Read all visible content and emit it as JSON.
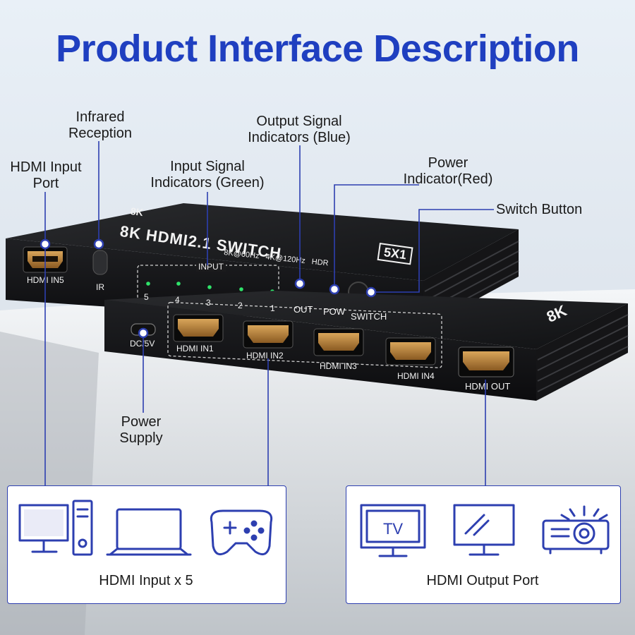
{
  "title": "Product Interface Description",
  "callouts": {
    "hdmi_input_port": "HDMI Input\nPort",
    "infrared_reception": "Infrared\nReception",
    "input_signal_indicators": "Input Signal\nIndicators (Green)",
    "output_signal_indicators": "Output Signal\nIndicators (Blue)",
    "power_indicator": "Power\nIndicator(Red)",
    "switch_button": "Switch Button",
    "power_supply": "Power\nSupply"
  },
  "device": {
    "model_text": "8K HDMI2.1 SWITCH",
    "ratio_badge": "5X1",
    "spec_line": "8K@60Hz   4K@120Hz   HDR",
    "brand_logo": "8K",
    "top_section_label": "INPUT",
    "led_numbers": [
      "5",
      "4",
      "3",
      "2",
      "1"
    ],
    "out_label": "OUT",
    "pow_label": "POW",
    "switch_label": "SWITCH",
    "hdmi_in5": "HDMI IN5",
    "ir_label": "IR",
    "dc_label": "DC/5V",
    "ports": [
      "HDMI IN1",
      "HDMI IN2",
      "HDMI IN3",
      "HDMI IN4"
    ],
    "hdmi_out": "HDMI OUT"
  },
  "bottom": {
    "input_caption": "HDMI Input x 5",
    "output_caption": "HDMI Output Port",
    "tv_text": "TV",
    "input_icons": [
      "desktop-computer-icon",
      "laptop-icon",
      "gamepad-icon"
    ],
    "output_icons": [
      "tv-icon",
      "monitor-icon",
      "projector-icon"
    ]
  },
  "colors": {
    "title": "#1f3fc0",
    "callout_line": "#2d3fb0",
    "led_green": "#2fe36a",
    "led_blue": "#3a8cff",
    "led_red": "#ff2a2a",
    "device_body": "#1b1b1d"
  }
}
